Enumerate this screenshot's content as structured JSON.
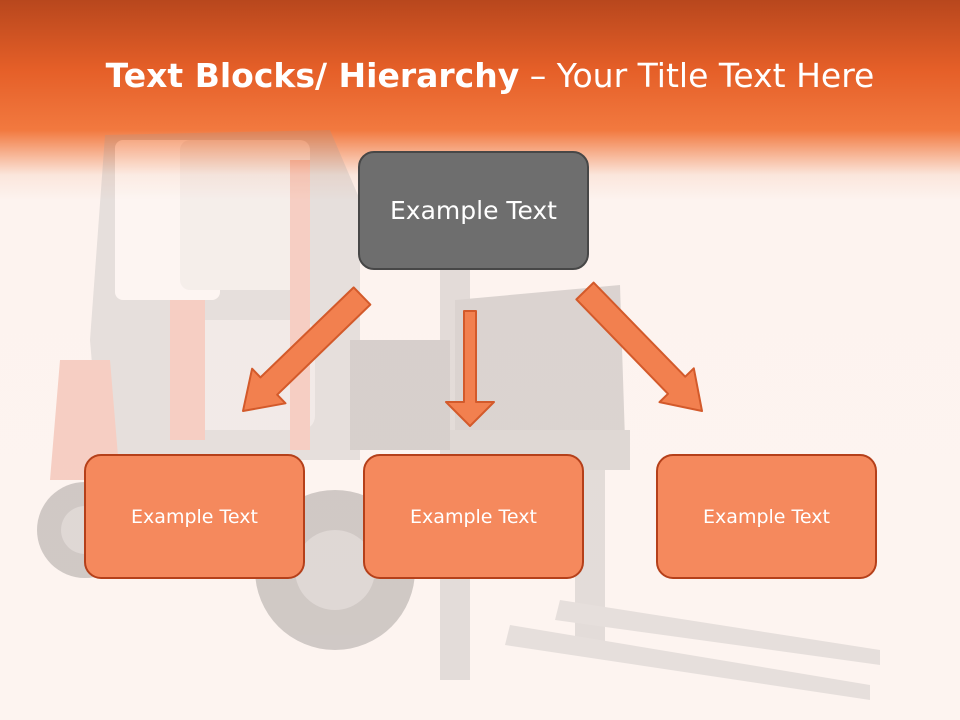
{
  "title": {
    "bold_part": "Text Blocks/ Hierarchy",
    "rest_part": " – Your Title Text Here"
  },
  "hierarchy": {
    "top": "Example Text",
    "children": [
      "Example Text",
      "Example Text",
      "Example Text"
    ]
  },
  "colors": {
    "header": "#e55f28",
    "top_box": "#6e6e6e",
    "child_box": "#f5895d",
    "child_border": "#b5401a",
    "arrow": "#f2804f"
  }
}
